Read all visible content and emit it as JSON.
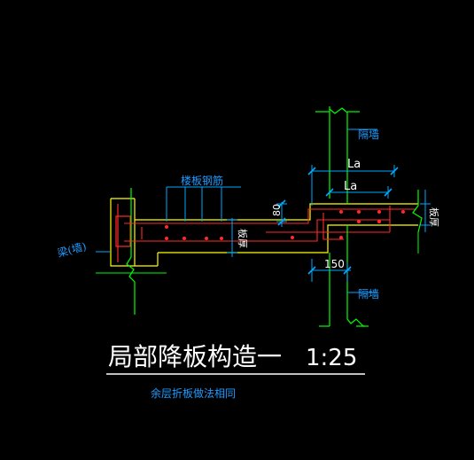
{
  "drawing": {
    "title": "局部降板构造一",
    "scale": "1:25",
    "note": "余层折板做法相同",
    "labels": {
      "beam_wall": "梁(墙)",
      "slab_rebar": "楼板钢筋",
      "partition_top": "隔墙",
      "partition_bottom": "隔墙",
      "slab_thickness_left": "板厚",
      "slab_thickness_right": "板厚",
      "la_outer": "La",
      "la_inner": "La",
      "dim_80": "80",
      "dim_150": "150"
    },
    "colors": {
      "background": "#000000",
      "concrete_outline": "#ffff00",
      "rebar": "#ff2a2a",
      "dimension": "#00a8ff",
      "break_line": "#00ff00",
      "text": "#ffffff",
      "annotation": "#1e9bff"
    }
  }
}
